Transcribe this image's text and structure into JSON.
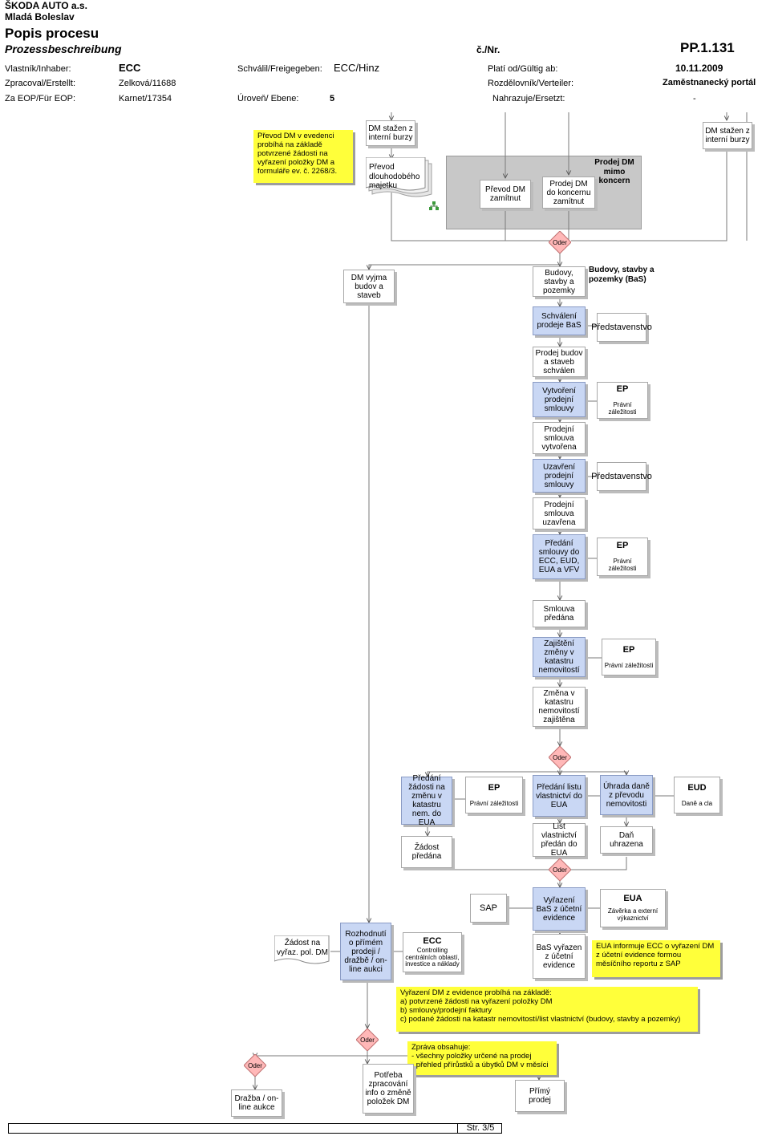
{
  "header": {
    "company": "ŠKODA AUTO a.s.",
    "city": "Mladá Boleslav",
    "title": "Popis procesu",
    "subtitle": "Prozessbeschreibung",
    "number_label": "č./Nr.",
    "number_value": "PP.1.131",
    "owner_label": "Vlastník/Inhaber:",
    "owner_value": "ECC",
    "approved_label": "Schválil/Freigegeben:",
    "approved_value": "ECC/Hinz",
    "valid_label": "Platí od/Gültig ab:",
    "valid_value": "10.11.2009",
    "processed_label": "Zpracoval/Erstellt:",
    "processed_value": "Zelková/11688",
    "distribution_label": "Rozdělovník/Verteiler:",
    "distribution_value": "Zaměstnanecký portál",
    "eop_label": "Za EOP/Für EOP:",
    "eop_value": "Karnet/17354",
    "level_label": "Úroveň/ Ebene:",
    "level_value": "5",
    "replaces_label": "Nahrazuje/Ersetzt:",
    "replaces_value": "-"
  },
  "footer": {
    "page": "Str. 3/5"
  },
  "notes": {
    "note1": "Převod DM v evedenci probíhá na základě potvrzené žádosti na vyřazení položky DM a formuláře ev. č. 2268/3.",
    "note_eua": "EUA informuje ECC o vyřazení DM z účetní evidence formou měsíčního reportu z SAP",
    "note_evidence": "Vyřazení DM z evidence probíhá na základě:\na) potvrzené žádosti na vyřazení položky DM\nb) smlouvy/prodejní faktury\nc) podané žádosti na katastr nemovitostí/list vlastnictví (budovy, stavby a pozemky)",
    "note_zprava": "Zpráva obsahuje:\n- všechny položky určené na prodej\n- přehled přírůstků a úbytků DM v měsíci"
  },
  "events": {
    "e_stazen1": "DM stažen z interní burzy",
    "e_stazen2": "DM stažen z interní burzy",
    "e_prevod_zam": "Převod DM zamítnut",
    "e_prodej_zam": "Prodej DM do koncernu zamítnut",
    "e_vyjma": "DM vyjma budov a staveb",
    "e_budovy": "Budovy, stavby a pozemky",
    "e_schvalen": "Prodej budov a staveb schválen",
    "e_vytvorena": "Prodejní smlouva vytvořena",
    "e_uzavrena": "Prodejní smlouva uzavřena",
    "e_predana": "Smlouva předána",
    "e_zajistena": "Změna v katastru nemovitostí zajištěna",
    "e_zadost_predana": "Žádost předána",
    "e_list_predan": "List vlastnictví předán do EUA",
    "e_dan": "Daň uhrazena",
    "e_bas_vyrazen": "BaS vyřazen z účetní evidence",
    "e_potreba": "Potřeba zpracování info o změně položek DM",
    "e_drazba": "Dražba / on-line aukce",
    "e_primy": "Přímý prodej"
  },
  "functions": {
    "f_schvaleni": "Schválení prodeje BaS",
    "f_vytvoreni": "Vytvoření prodejní smlouvy",
    "f_uzavreni": "Uzavření prodejní smlouvy",
    "f_predani": "Předání smlouvy do ECC, EUD, EUA a VFV",
    "f_zajisteni": "Zajištění změny v katastru nemovitostí",
    "f_predani_zadosti": "Předání žádosti na změnu v katastru nem. do EUA",
    "f_predani_listu": "Předání listu vlastnictví do EUA",
    "f_uhrada": "Úhrada daně z převodu nemovitosti",
    "f_vyrazeni": "Vyřazení BaS z účetní evidence",
    "f_rozhodnuti": "Rozhodnutí o přímém prodeji / dražbě / on-line aukci"
  },
  "orgs": {
    "o_pred1": {
      "title": "Představenstvo",
      "sub": ""
    },
    "o_ep1": {
      "title": "EP",
      "sub": "Právní záležitosti"
    },
    "o_pred2": {
      "title": "Představenstvo",
      "sub": ""
    },
    "o_ep2": {
      "title": "EP",
      "sub": "Právní záležitosti"
    },
    "o_ep3": {
      "title": "EP",
      "sub": "Právní záležitosti"
    },
    "o_ep4": {
      "title": "EP",
      "sub": "Právní záležitosti"
    },
    "o_eud": {
      "title": "EUD",
      "sub": "Daně a cla"
    },
    "o_eua": {
      "title": "EUA",
      "sub": "Závěrka a externí výkaznictví"
    },
    "o_ecc": {
      "title": "ECC",
      "sub": "Controlling centrálních oblastí, investice a náklady"
    }
  },
  "systems": {
    "sap": "SAP"
  },
  "documents": {
    "d_prevod": "Převod dlouhodobého majetku",
    "d_zadost": "Žádost na vyřaz. pol. DM"
  },
  "labels": {
    "prodej_mimo": "Prodej DM mimo koncern",
    "bas_label": "Budovy, stavby a pozemky (BaS)"
  },
  "operator": {
    "or": "Oder"
  }
}
